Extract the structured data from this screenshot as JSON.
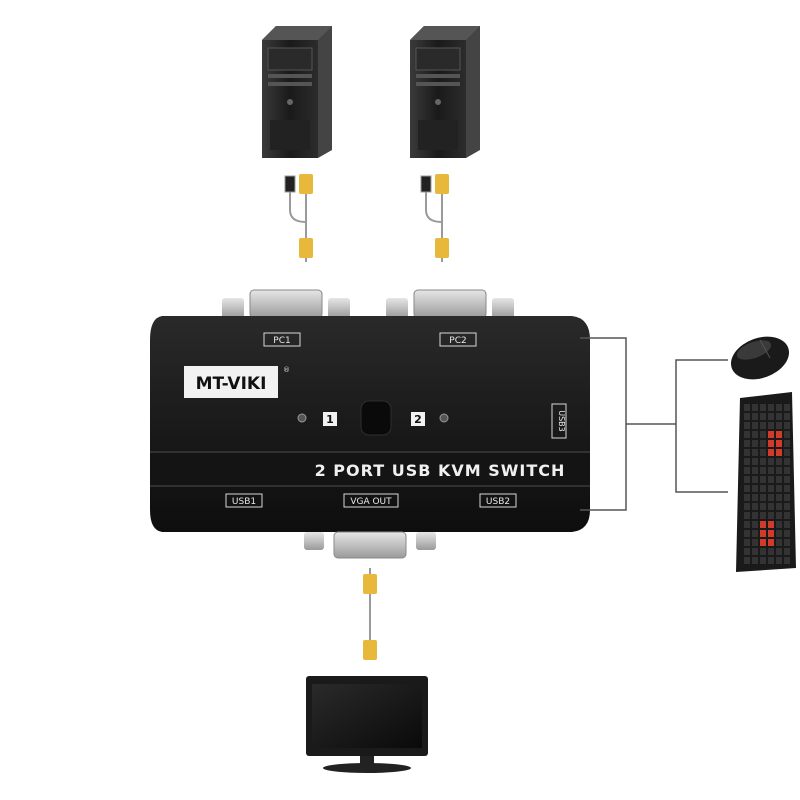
{
  "brand": {
    "logo_text": "MT-VIKI",
    "registered_mark": "®"
  },
  "product_name": "2 PORT USB KVM SWITCH",
  "ports": {
    "pc1": "PC1",
    "pc2": "PC2",
    "usb1": "USB1",
    "usb2": "USB2",
    "usb3": "USB3",
    "vga_out": "VGA OUT"
  },
  "switch_panel": {
    "channel_1": "1",
    "channel_2": "2"
  },
  "devices": {
    "computers": [
      "pc-tower-1",
      "pc-tower-2"
    ],
    "peripherals": [
      "mouse",
      "keyboard"
    ],
    "display": "monitor"
  },
  "colors": {
    "switch_body": "#1c1c1c",
    "vga_connector": "#e8b83a",
    "cable": "#9a9a9a",
    "keyboard_accent": "#d23a2a"
  },
  "icons": {
    "computer": "pc-tower-icon",
    "mouse": "mouse-icon",
    "keyboard": "keyboard-icon",
    "monitor": "monitor-icon",
    "vga_plug": "vga-plug-icon",
    "button": "select-button-icon"
  }
}
